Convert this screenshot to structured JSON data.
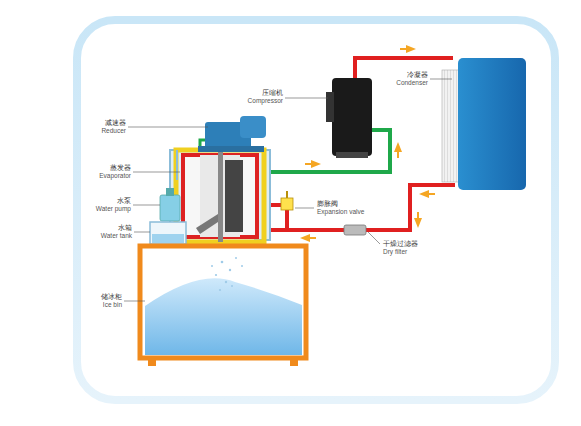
{
  "diagram": {
    "labels": [
      "压缩机",
      "Compressor",
      "冷凝器",
      "Condenser",
      "减速器",
      "Reducer",
      "蒸发器",
      "Evaporator",
      "水泵",
      "Water pump",
      "水箱",
      "Water tank",
      "储冰柜",
      "Ice bin",
      "膨胀阀",
      "Expansion valve",
      "干燥过滤器",
      "Dry filter"
    ]
  }
}
